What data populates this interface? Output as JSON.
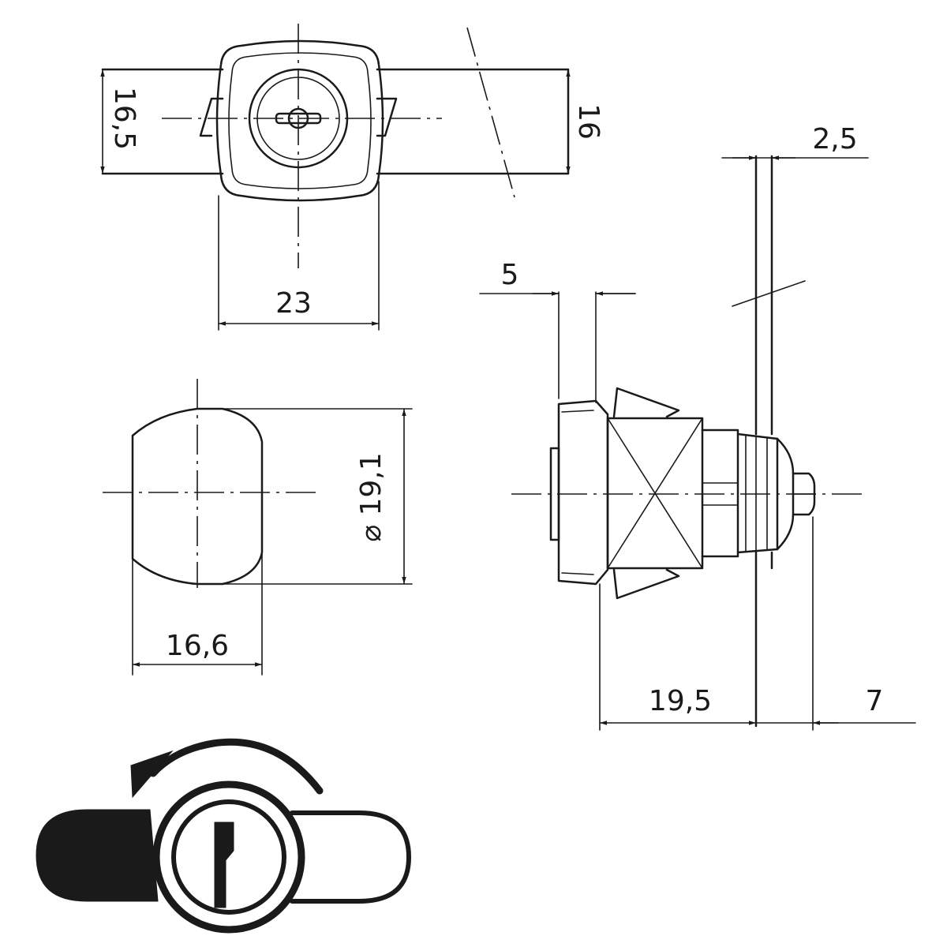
{
  "dimensions": {
    "top_height_left": "16,5",
    "top_height_right": "16",
    "top_width": "23",
    "diameter": "⌀ 19,1",
    "flat_width": "16,6",
    "flange": "5",
    "cam_thickness": "2,5",
    "body_length": "19,5",
    "stud_length": "7"
  },
  "colors": {
    "ink": "#1a1a1a",
    "background": "#ffffff"
  },
  "icons": [
    "rotation-arrow-icon",
    "cam-lock-operation-icon"
  ]
}
